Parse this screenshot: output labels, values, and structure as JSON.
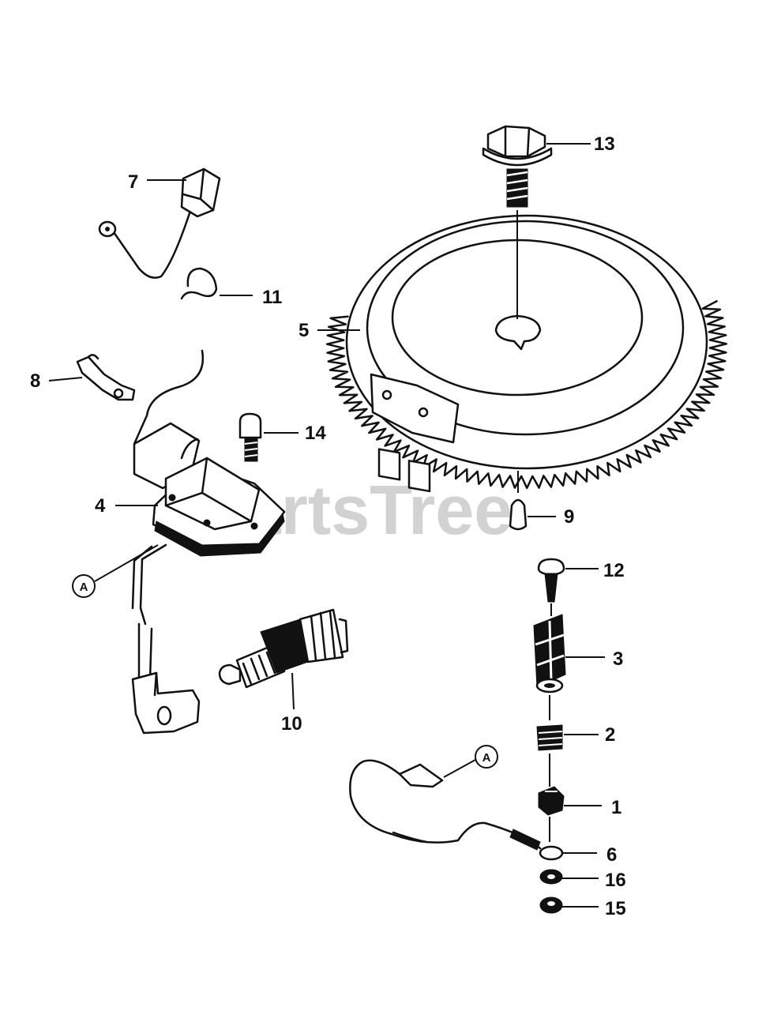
{
  "watermark": {
    "text": "PartsTree",
    "trademark": "™"
  },
  "labels": {
    "p1": "1",
    "p2": "2",
    "p3": "3",
    "p4": "4",
    "p5": "5",
    "p6": "6",
    "p7": "7",
    "p8": "8",
    "p9": "9",
    "p10": "10",
    "p11": "11",
    "p12": "12",
    "p13": "13",
    "p14": "14",
    "p15": "15",
    "p16": "16"
  },
  "callouts": {
    "left": "A",
    "right": "A"
  }
}
